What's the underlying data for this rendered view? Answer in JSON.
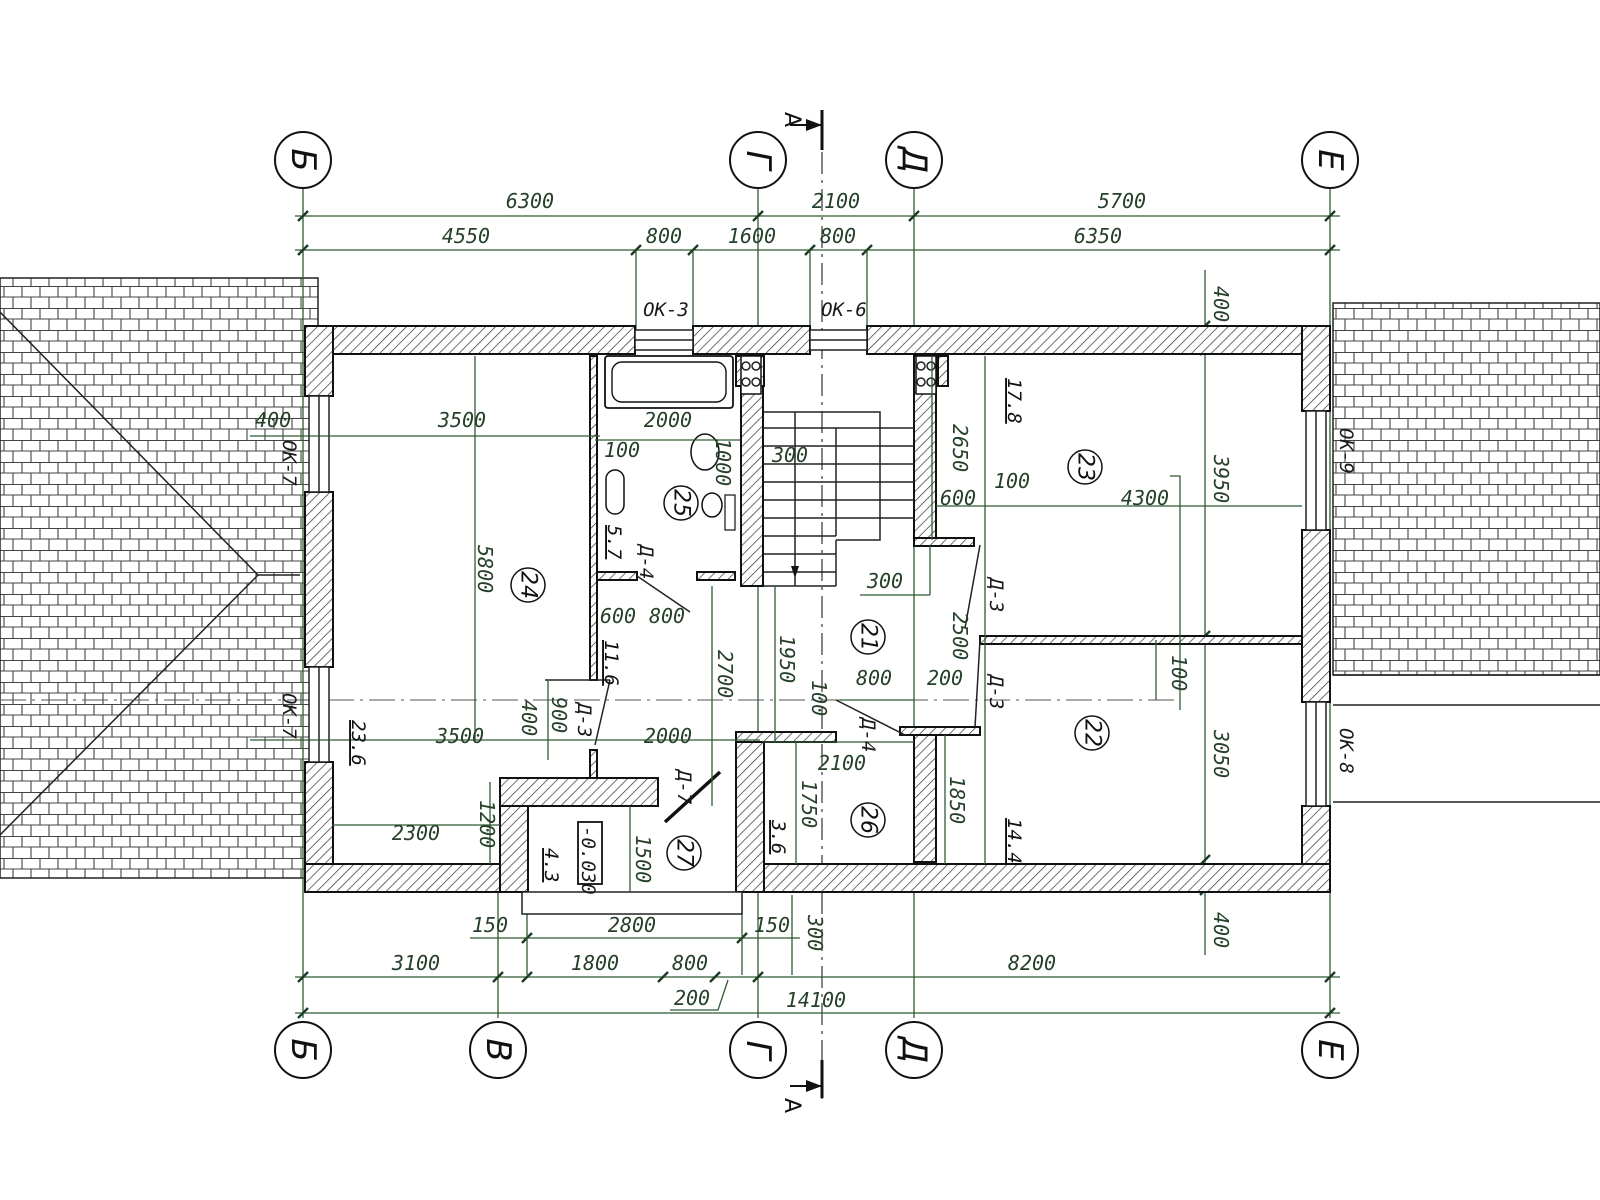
{
  "axes_top": [
    "Б",
    "Г",
    "Д",
    "Е"
  ],
  "axes_bottom": [
    "Б",
    "В",
    "Г",
    "Д",
    "Е"
  ],
  "section_label": "А",
  "dims_top_row1": [
    "6300",
    "2100",
    "5700"
  ],
  "dims_top_row2": [
    "4550",
    "800",
    "1600",
    "800",
    "6350"
  ],
  "dims_bottom_row1": [
    "150",
    "2800",
    "150",
    "300"
  ],
  "dims_bottom_row2": [
    "3100",
    "1800",
    "800",
    "8200"
  ],
  "dims_bottom_row3": [
    "200",
    "14100"
  ],
  "dims_vertical_right": [
    "400",
    "3950",
    "3050",
    "400"
  ],
  "windows": [
    "ОК-3",
    "ОК-6",
    "ОК-7",
    "ОК-7",
    "ОК-9",
    "ОК-8"
  ],
  "doors": [
    "Д-4",
    "Д-3",
    "Д-3",
    "Д-3",
    "Д-4",
    "Д-7"
  ],
  "rooms": [
    {
      "num": "24",
      "area": "23.6"
    },
    {
      "num": "25",
      "area": "5.7"
    },
    {
      "num": "21",
      "area": "11.6"
    },
    {
      "num": "23",
      "area": "17.8"
    },
    {
      "num": "22",
      "area": "14.4"
    },
    {
      "num": "26",
      "area": "3.6"
    },
    {
      "num": "27",
      "area": "4.3"
    }
  ],
  "level_mark": "-0.030",
  "interior_dims": {
    "d400_left": "400",
    "d3500_top": "3500",
    "d2000_bath": "2000",
    "d100_bath": "100",
    "d300_wc": "300",
    "d1000_wc": "1000",
    "d5800": "5800",
    "d600_a": "600",
    "d800_a": "800",
    "d3500_bottom": "3500",
    "d2000_bottom": "2000",
    "d400_v": "400",
    "d900_v": "900",
    "d2300": "2300",
    "d1200": "1200",
    "d1500": "1500",
    "d2700": "2700",
    "d1950": "1950",
    "d100_c": "100",
    "d800_c": "800",
    "d200_c": "200",
    "d2100_c": "2100",
    "d1750": "1750",
    "d1850": "1850",
    "d2650": "2650",
    "d600_b": "600",
    "d100_b": "100",
    "d4300": "4300",
    "d300_s": "300",
    "d2500": "2500",
    "d100_r": "100"
  }
}
